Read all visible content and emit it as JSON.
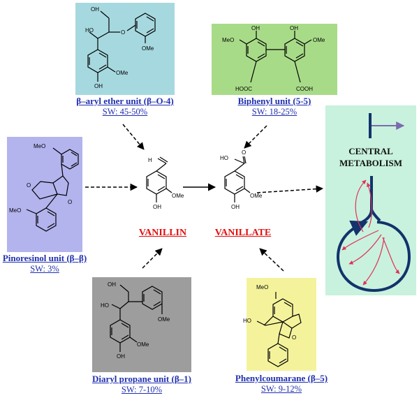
{
  "units": {
    "beta_o4": {
      "name": "β–aryl ether unit (β–O-4)",
      "sw": "SW: 45-50%"
    },
    "biphenyl": {
      "name": "Biphenyl unit (5-5)",
      "sw": "SW: 18-25%"
    },
    "pinoresinol": {
      "name": "Pinoresinol unit (β–β)",
      "sw": "SW: 3%"
    },
    "diaryl": {
      "name": "Diaryl propane unit (β–1)",
      "sw": "SW: 7-10%"
    },
    "phenylcoumarane": {
      "name": "Phenylcoumarane (β–5)",
      "sw": "SW: 9-12%"
    }
  },
  "compounds": {
    "vanillin": "VANILLIN",
    "vanillate": "VANILLATE"
  },
  "central": {
    "line1": "CENTRAL",
    "line2": "METABOLISM"
  },
  "atoms": {
    "oh": "OH",
    "ho": "HO",
    "ome": "OMe",
    "meo": "MeO",
    "o": "O",
    "h": "H",
    "hooc": "HOOC",
    "cooh": "COOH"
  },
  "colors": {
    "beta_o4_box": "#a6d9df",
    "biphenyl_box": "#a8db88",
    "pinoresinol_box": "#b3b3ee",
    "diaryl_box": "#9d9d9d",
    "phenylcoumarane_box": "#f4f39c",
    "central_box": "#c8f2dd",
    "label_blue": "#1f2fb0",
    "compound_red": "#e01010",
    "pathway_navy": "#12336b",
    "branch_purple": "#7b6bb0",
    "flux_red": "#e0305a"
  }
}
